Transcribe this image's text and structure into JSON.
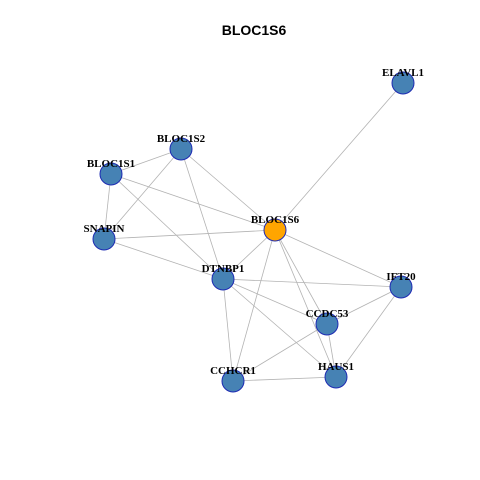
{
  "title": "BLOC1S6",
  "colors": {
    "hub": "#ffa500",
    "node": "#4682b4",
    "node_border": "#1e2bb3",
    "edge": "#b3b3b3"
  },
  "nodes": [
    {
      "id": "BLOC1S6",
      "label": "BLOC1S6",
      "hub": true
    },
    {
      "id": "ELAVL1",
      "label": "ELAVL1"
    },
    {
      "id": "BLOC1S2",
      "label": "BLOC1S2"
    },
    {
      "id": "BLOC1S1",
      "label": "BLOC1S1"
    },
    {
      "id": "SNAPIN",
      "label": "SNAPIN"
    },
    {
      "id": "DTNBP1",
      "label": "DTNBP1"
    },
    {
      "id": "IFT20",
      "label": "IFT20"
    },
    {
      "id": "CCDC53",
      "label": "CCDC53"
    },
    {
      "id": "CCHCR1",
      "label": "CCHCR1"
    },
    {
      "id": "HAUS1",
      "label": "HAUS1"
    }
  ],
  "edges": [
    [
      "BLOC1S6",
      "ELAVL1"
    ],
    [
      "BLOC1S6",
      "BLOC1S2"
    ],
    [
      "BLOC1S6",
      "BLOC1S1"
    ],
    [
      "BLOC1S6",
      "SNAPIN"
    ],
    [
      "BLOC1S6",
      "IFT20"
    ],
    [
      "BLOC1S6",
      "CCDC53"
    ],
    [
      "BLOC1S6",
      "HAUS1"
    ],
    [
      "BLOC1S6",
      "CCHCR1"
    ],
    [
      "BLOC1S6",
      "DTNBP1"
    ],
    [
      "BLOC1S2",
      "BLOC1S1"
    ],
    [
      "BLOC1S2",
      "SNAPIN"
    ],
    [
      "BLOC1S2",
      "DTNBP1"
    ],
    [
      "BLOC1S1",
      "SNAPIN"
    ],
    [
      "BLOC1S1",
      "DTNBP1"
    ],
    [
      "SNAPIN",
      "DTNBP1"
    ],
    [
      "DTNBP1",
      "IFT20"
    ],
    [
      "DTNBP1",
      "CCDC53"
    ],
    [
      "DTNBP1",
      "CCHCR1"
    ],
    [
      "DTNBP1",
      "HAUS1"
    ],
    [
      "IFT20",
      "CCDC53"
    ],
    [
      "IFT20",
      "HAUS1"
    ],
    [
      "CCDC53",
      "CCHCR1"
    ],
    [
      "CCDC53",
      "HAUS1"
    ],
    [
      "CCHCR1",
      "HAUS1"
    ]
  ]
}
